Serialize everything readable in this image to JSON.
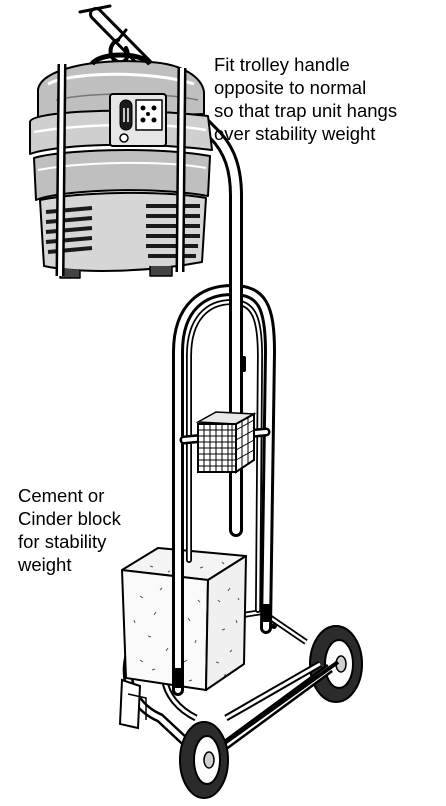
{
  "callouts": {
    "handle_note": [
      "Fit trolley handle",
      "opposite to normal",
      "so that trap unit hangs",
      "over stability weight"
    ],
    "weight_note": [
      "Cement or",
      "Cinder block",
      "for stability",
      "weight"
    ]
  },
  "colors": {
    "line": "#000000",
    "trap_body": "#bfbfbf",
    "background": "#ffffff"
  }
}
